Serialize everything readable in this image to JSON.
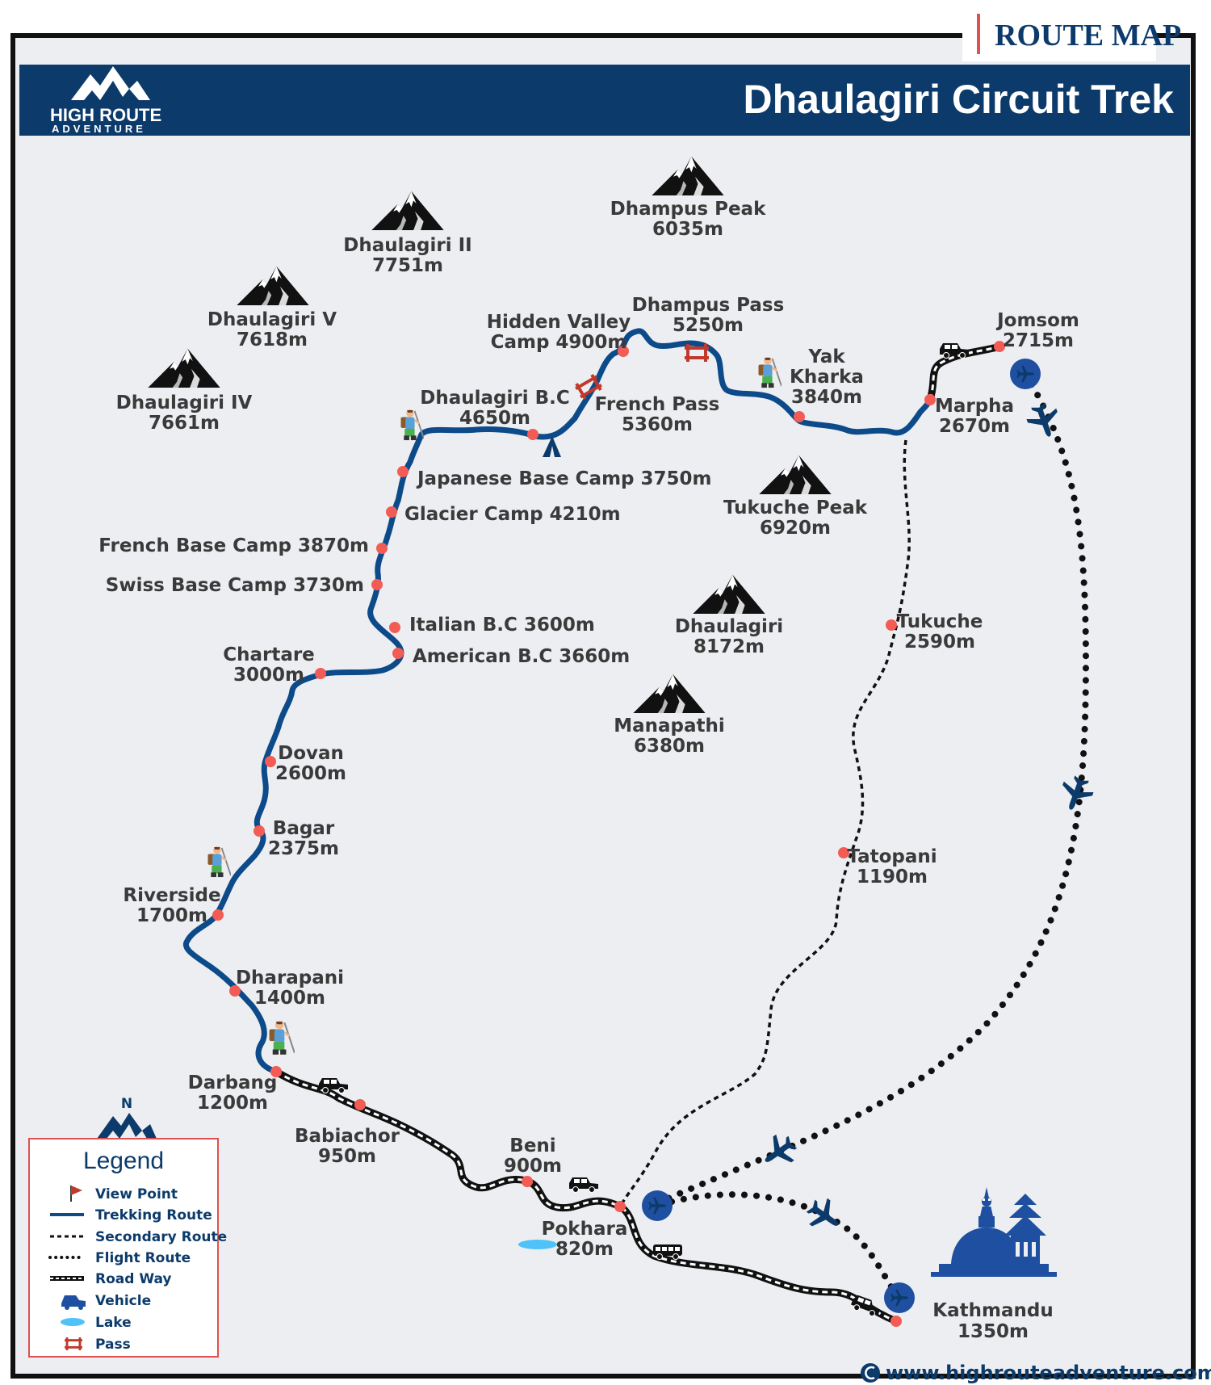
{
  "header": {
    "badge": "ROUTE MAP",
    "title": "Dhaulagiri Circuit Trek",
    "logo_line1": "HIGH ROUTE",
    "logo_line2": "ADVENTURE"
  },
  "colors": {
    "primary": "#0c3b6b",
    "map_background": "#eceef1",
    "waypoint": "#f25c54",
    "pass": "#c0392b",
    "lake": "#4fc3f7",
    "legend_border": "#e05050"
  },
  "mountains": [
    {
      "name": "Dhampus Peak",
      "elevation": "6035m"
    },
    {
      "name": "Dhaulagiri II",
      "elevation": "7751m"
    },
    {
      "name": "Dhaulagiri V",
      "elevation": "7618m"
    },
    {
      "name": "Dhaulagiri IV",
      "elevation": "7661m"
    },
    {
      "name": "Tukuche Peak",
      "elevation": "6920m"
    },
    {
      "name": "Dhaulagiri",
      "elevation": "8172m"
    },
    {
      "name": "Manapathi",
      "elevation": "6380m"
    }
  ],
  "places": {
    "jomsom": {
      "name": "Jomsom",
      "elevation": "2715m"
    },
    "marpha": {
      "name": "Marpha",
      "elevation": "2670m"
    },
    "yak_kharka": {
      "name1": "Yak",
      "name2": "Kharka",
      "elevation": "3840m"
    },
    "dhampus_pass": {
      "name": "Dhampus Pass",
      "elevation": "5250m"
    },
    "hidden_valley": {
      "name1": "Hidden Valley",
      "name2": "Camp 4900m"
    },
    "french_pass": {
      "name": "French Pass",
      "elevation": "5360m"
    },
    "dhaulagiri_bc": {
      "name": "Dhaulagiri B.C",
      "elevation": "4650m"
    },
    "japanese_bc": "Japanese Base Camp 3750m",
    "glacier_camp": "Glacier Camp 4210m",
    "french_bc": "French Base Camp 3870m",
    "swiss_bc": "Swiss Base Camp 3730m",
    "italian_bc": "Italian B.C 3600m",
    "american_bc": "American B.C 3660m",
    "chartare": {
      "name": "Chartare",
      "elevation": "3000m"
    },
    "dovan": {
      "name": "Dovan",
      "elevation": "2600m"
    },
    "bagar": {
      "name": "Bagar",
      "elevation": "2375m"
    },
    "riverside": {
      "name": "Riverside",
      "elevation": "1700m"
    },
    "dharapani": {
      "name": "Dharapani",
      "elevation": "1400m"
    },
    "darbang": {
      "name": "Darbang",
      "elevation": "1200m"
    },
    "babiachor": {
      "name": "Babiachor",
      "elevation": "950m"
    },
    "beni": {
      "name": "Beni",
      "elevation": "900m"
    },
    "pokhara": {
      "name": "Pokhara",
      "elevation": "820m"
    },
    "tukuche": {
      "name": "Tukuche",
      "elevation": "2590m"
    },
    "tatopani": {
      "name": "Tatopani",
      "elevation": "1190m"
    },
    "kathmandu": {
      "name": "Kathmandu",
      "elevation": "1350m"
    }
  },
  "legend": {
    "north": "N",
    "title": "Legend",
    "items": [
      "View Point",
      "Trekking Route",
      "Secondary Route",
      "Flight Route",
      "Road Way",
      "Vehicle",
      "Lake",
      "Pass"
    ]
  },
  "footer": {
    "website": "www.highrouteadventure.com"
  }
}
